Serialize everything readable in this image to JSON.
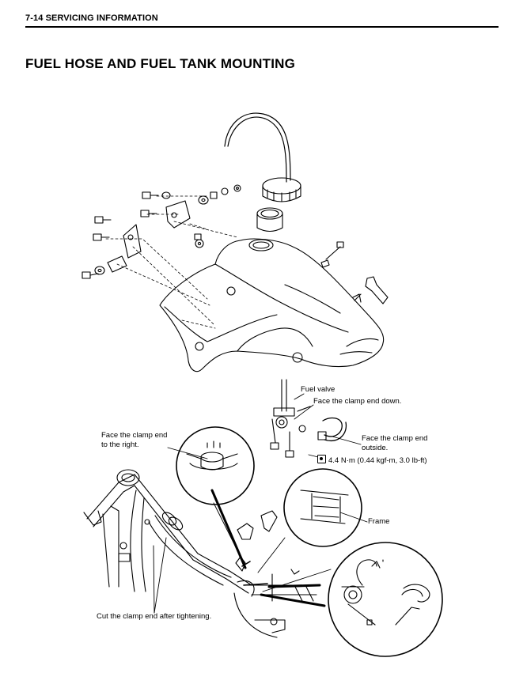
{
  "header": {
    "section": "7-14  SERVICING INFORMATION"
  },
  "title": "FUEL HOSE AND FUEL TANK MOUNTING",
  "callouts": {
    "fuel_valve": "Fuel valve",
    "clamp_down": "Face the clamp end down.",
    "clamp_right_line1": "Face the clamp end",
    "clamp_right_line2": "to the right.",
    "clamp_outside_line1": "Face the clamp end",
    "clamp_outside_line2": "outside.",
    "torque": "4.4 N·m (0.44 kgf-m, 3.0 lb-ft)",
    "frame": "Frame",
    "cut_clamp": "Cut the clamp end after tightening."
  },
  "icons": {
    "torque": "torque-wrench-icon"
  }
}
